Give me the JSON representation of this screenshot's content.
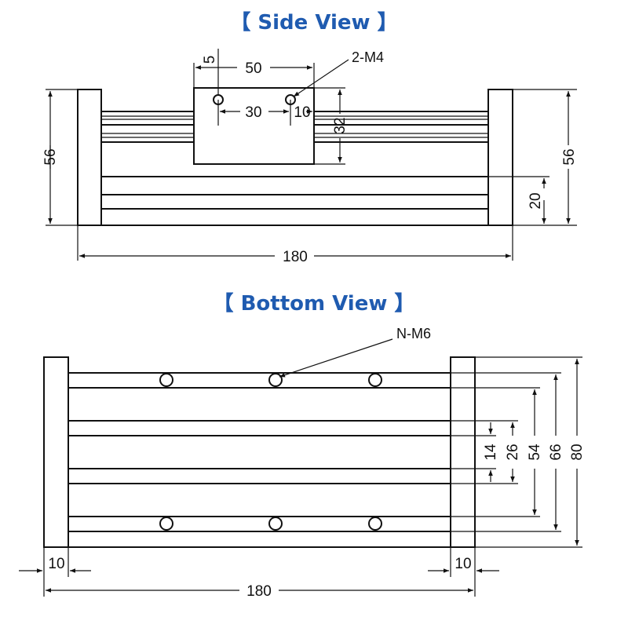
{
  "side_view": {
    "title": "【 Side View 】",
    "dim_width": "180",
    "dim_height_left": "56",
    "dim_height_right": "56",
    "dim_rail": "20",
    "dim_carriage_width": "50",
    "dim_hole_spacing": "30",
    "dim_hole_edge": "10",
    "dim_hole_top": "5",
    "dim_carriage_height": "32",
    "callout": "2-M4"
  },
  "bottom_view": {
    "title": "【 Bottom View 】",
    "dim_width": "180",
    "dim_end_left": "10",
    "dim_end_right": "10",
    "dim_14": "14",
    "dim_26": "26",
    "dim_54": "54",
    "dim_66": "66",
    "dim_80": "80",
    "callout": "N-M6"
  },
  "colors": {
    "title": "#1f5bb0",
    "line": "#111111"
  }
}
